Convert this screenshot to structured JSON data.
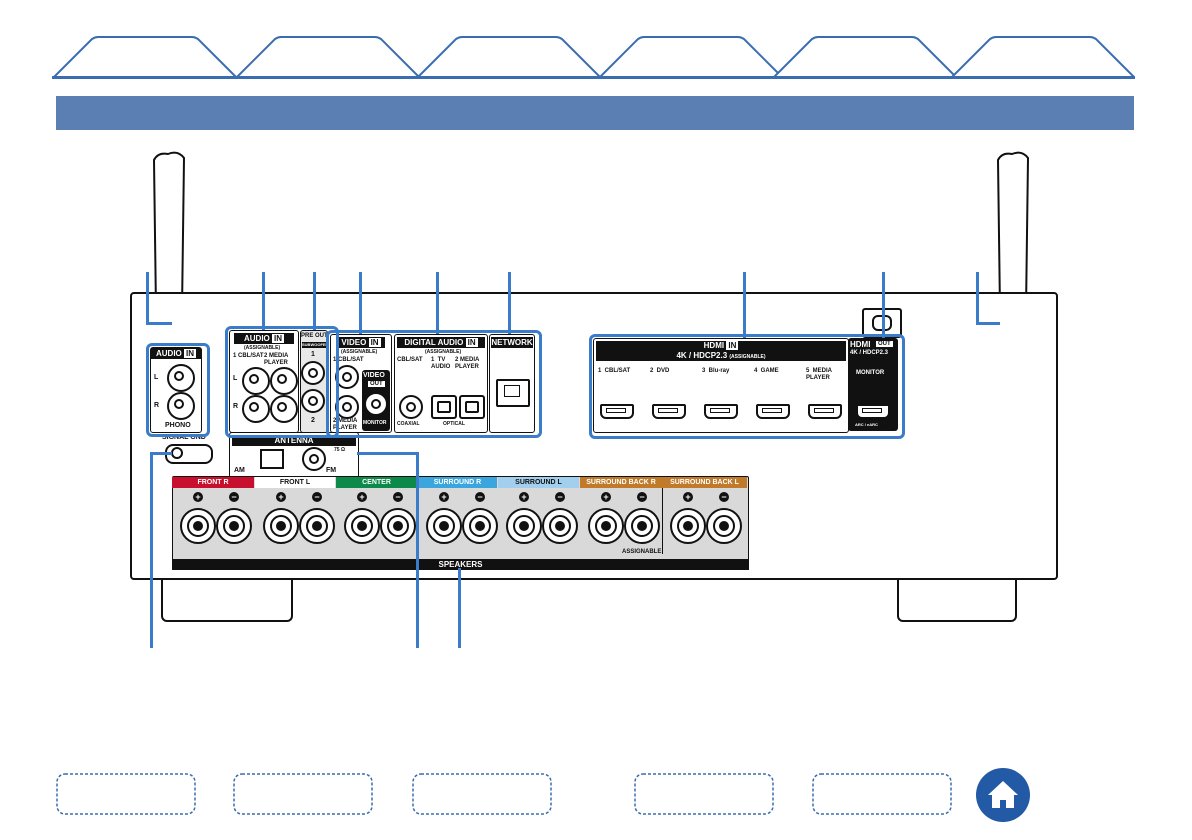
{
  "colors": {
    "tab_blue": "#3a6db0",
    "title_bar": "#5b7fb3",
    "callout_blue": "#3a7cc9",
    "front_r": "#c8102e",
    "center": "#0d8a4a",
    "surround_r": "#3aa6dd",
    "surround_l": "#a3cfee",
    "surround_back": "#c07a2a",
    "home_button": "#235aa5"
  },
  "icons": {
    "home": "home-icon"
  },
  "panel": {
    "audio_in_phono": {
      "header": "AUDIO",
      "in": "IN",
      "l": "L",
      "r": "R",
      "phono": "PHONO"
    },
    "signal_gnd": "SIGNAL GND",
    "audio_in": {
      "header": "AUDIO",
      "in": "IN",
      "assignable": "(ASSIGNABLE)",
      "p1": "1 CBL/SAT",
      "p2": "2 MEDIA\nPLAYER",
      "l": "L",
      "r": "R"
    },
    "pre_out": {
      "header": "PRE OUT",
      "sub": "SUBWOOFER",
      "n1": "1",
      "n2": "2"
    },
    "video_in": {
      "header": "VIDEO",
      "in": "IN",
      "assignable": "(ASSIGNABLE)",
      "p1": "1 CBL/SAT",
      "p2": "2 MEDIA\nPLAYER"
    },
    "video_out": {
      "header": "VIDEO",
      "out": "OUT",
      "monitor": "MONITOR"
    },
    "digital_audio": {
      "header": "DIGITAL AUDIO",
      "in": "IN",
      "assignable": "(ASSIGNABLE)",
      "cblsat": "CBL/SAT",
      "tv": "1  TV\nAUDIO",
      "mp": "2 MEDIA\nPLAYER",
      "coaxial": "COAXIAL",
      "optical": "OPTICAL"
    },
    "network": "NETWORK",
    "hdmi_in": {
      "header": "HDMI",
      "in": "IN",
      "sub": "4K / HDCP2.3",
      "assignable": "(ASSIGNABLE)",
      "ports": [
        "1  CBL/SAT",
        "2  DVD",
        "3  Blu-ray",
        "4  GAME",
        "5  MEDIA\nPLAYER"
      ]
    },
    "hdmi_out": {
      "header": "HDMI",
      "out": "OUT",
      "sub": "4K / HDCP2.3",
      "monitor": "MONITOR",
      "arc": "ARC / eARC"
    },
    "antenna": {
      "header": "ANTENNA",
      "am": "AM",
      "fm": "FM",
      "ohm": "75 Ω"
    },
    "speakers": {
      "label": "SPEAKERS",
      "assignable": "ASSIGNABLE",
      "channels": [
        "FRONT",
        "FRONT",
        "CENTER",
        "SURROUND",
        "SURROUND",
        "SURROUND BACK",
        "SURROUND BACK"
      ],
      "sides": [
        "R",
        "L",
        "",
        "R",
        "L",
        "R",
        "L"
      ]
    }
  }
}
